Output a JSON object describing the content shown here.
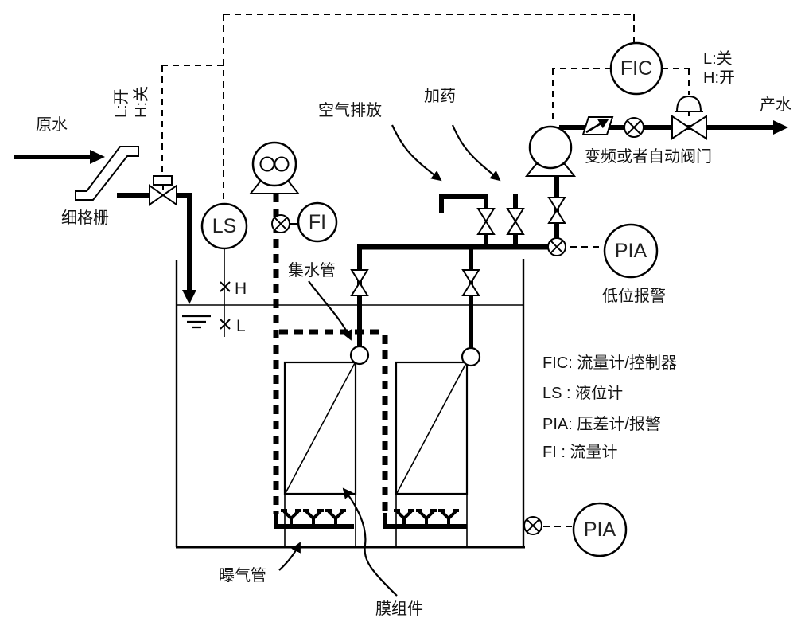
{
  "diagram": {
    "labels": {
      "raw_water": "原水",
      "fine_screen": "细格栅",
      "inlet_valve_logic_col1": "L:开",
      "inlet_valve_logic_col2": "H:关",
      "air_release": "空气排放",
      "dosing": "加药",
      "outlet_valve_logic_line1": "L:关",
      "outlet_valve_logic_line2": "H:开",
      "product_water": "产水",
      "vfd_or_auto_valve": "变频或者自动阀门",
      "low_level_alarm": "低位报警",
      "collector_pipe": "集水管",
      "aeration_pipe": "曝气管",
      "membrane_module": "膜组件",
      "level_high": "H",
      "level_low": "L"
    },
    "instruments": {
      "fic": "FIC",
      "ls": "LS",
      "fi": "FI",
      "pia": "PIA"
    },
    "legend": {
      "items": [
        {
          "text": "FIC:  流量计/控制器"
        },
        {
          "text": "LS :  液位计"
        },
        {
          "text": "PIA:  压差计/报警"
        },
        {
          "text": "FI :  流量计"
        }
      ]
    },
    "colors": {
      "membrane_fill": "#f9f6c8",
      "line_color": "#000000"
    }
  }
}
